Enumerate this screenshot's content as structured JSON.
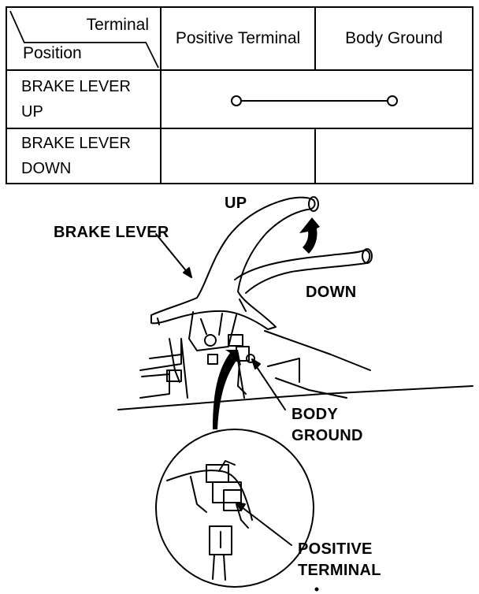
{
  "table": {
    "corner_top": "Terminal",
    "corner_bottom": "Position",
    "columns": [
      "Positive Terminal",
      "Body Ground"
    ],
    "rows": [
      {
        "label_line1": "BRAKE LEVER",
        "label_line2": "UP",
        "continuity": true
      },
      {
        "label_line1": "BRAKE LEVER",
        "label_line2": "DOWN",
        "continuity": false
      }
    ]
  },
  "diagram": {
    "label_up": "UP",
    "label_down": "DOWN",
    "label_brake_lever": "BRAKE LEVER",
    "label_body_ground_1": "BODY",
    "label_body_ground_2": "GROUND",
    "label_positive_1": "POSITIVE",
    "label_positive_2": "TERMINAL"
  }
}
